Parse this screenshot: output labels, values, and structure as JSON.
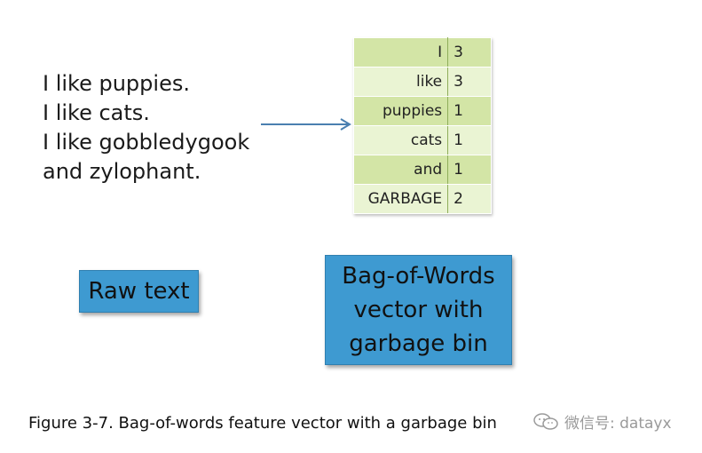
{
  "raw_text": {
    "lines": [
      "I like puppies.",
      "I like cats.",
      "I like gobbledygook",
      "and zylophant."
    ]
  },
  "vector_table": {
    "rows": [
      {
        "word": "I",
        "count": "3"
      },
      {
        "word": "like",
        "count": "3"
      },
      {
        "word": "puppies",
        "count": "1"
      },
      {
        "word": "cats",
        "count": "1"
      },
      {
        "word": "and",
        "count": "1"
      },
      {
        "word": "GARBAGE",
        "count": "2"
      }
    ]
  },
  "labels": {
    "raw_text": "Raw text",
    "bow_line1": "Bag-of-Words",
    "bow_line2": "vector with",
    "bow_line3": "garbage bin"
  },
  "caption": "Figure 3-7. Bag-of-words feature vector with a garbage bin",
  "watermark": "微信号: datayx",
  "colors": {
    "box_fill": "#3e9ad1",
    "table_row_dark": "#d3e5a6",
    "table_row_light": "#eaf4d3",
    "arrow": "#4a7fb0"
  }
}
